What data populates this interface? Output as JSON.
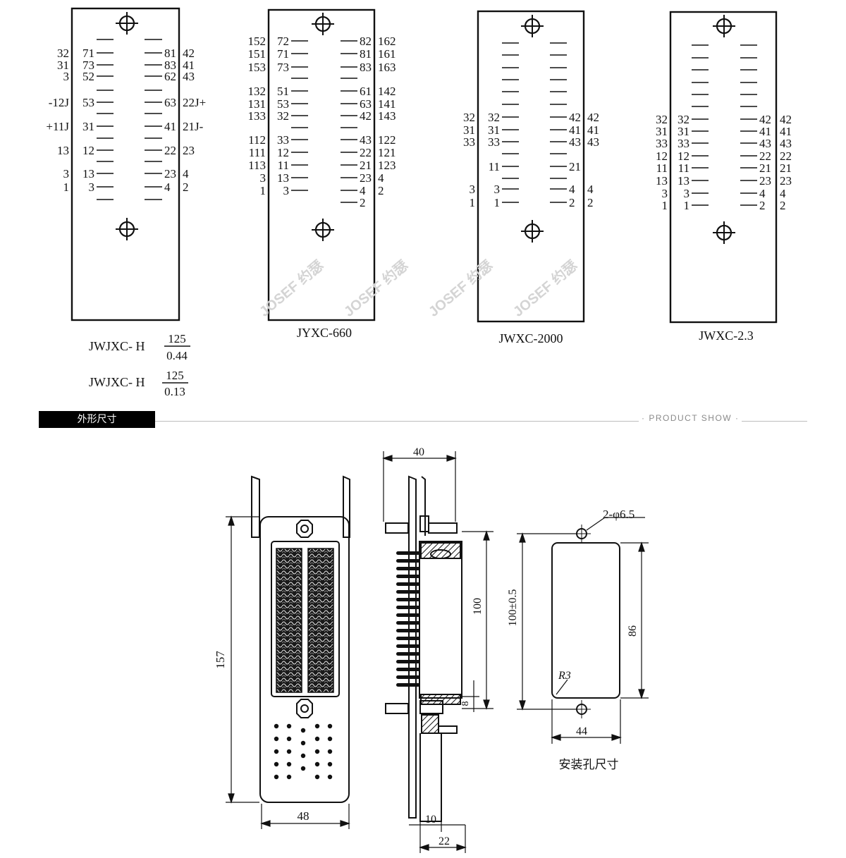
{
  "watermark": "JOSEF 约瑟",
  "section": {
    "title": "外形尺寸",
    "tagline": "PRODUCT SHOW"
  },
  "relays": [
    {
      "id": "jwjxc",
      "models": [
        {
          "prefix": "JWJXC- H",
          "numerator": "125",
          "denominator": "0.44"
        },
        {
          "prefix": "JWJXC- H",
          "numerator": "125",
          "denominator": "0.13"
        }
      ],
      "rows": [
        {
          "left": "32",
          "inner": "71",
          "inner_right": "81",
          "right": "42"
        },
        {
          "left": "31",
          "inner": "73",
          "inner_right": "83",
          "right": "41"
        },
        {
          "left": "3",
          "inner": "52",
          "inner_right": "62",
          "right": "43"
        },
        {
          "left": "-12J",
          "inner": "53",
          "inner_right": "63",
          "right": "22J+"
        },
        {
          "left": "+11J",
          "inner": "31",
          "inner_right": "41",
          "right": "21J-"
        },
        {
          "left": "13",
          "inner": "12",
          "inner_right": "22",
          "right": "23"
        },
        {
          "left": "3",
          "inner": "13",
          "inner_right": "23",
          "right": "4"
        },
        {
          "left": "1",
          "inner": "3",
          "inner_right": "4",
          "right": "2"
        }
      ]
    },
    {
      "id": "jyxc",
      "model": "JYXC-660",
      "rows": [
        {
          "left": "152",
          "inner": "72",
          "inner_right": "82",
          "right": "162"
        },
        {
          "left": "151",
          "inner": "71",
          "inner_right": "81",
          "right": "161"
        },
        {
          "left": "153",
          "inner": "73",
          "inner_right": "83",
          "right": "163"
        },
        {
          "left": "132",
          "inner": "51",
          "inner_right": "61",
          "right": "142"
        },
        {
          "left": "131",
          "inner": "53",
          "inner_right": "63",
          "right": "141"
        },
        {
          "left": "133",
          "inner": "32",
          "inner_right": "42",
          "right": "143"
        },
        {
          "left": "112",
          "inner": "33",
          "inner_right": "43",
          "right": "122"
        },
        {
          "left": "111",
          "inner": "12",
          "inner_right": "22",
          "right": "121"
        },
        {
          "left": "113",
          "inner": "11",
          "inner_right": "21",
          "right": "123"
        },
        {
          "left": "3",
          "inner": "13",
          "inner_right": "23",
          "right": "4"
        },
        {
          "left": "1",
          "inner": "3",
          "inner_right": "4",
          "right": "2"
        },
        {
          "left": "",
          "inner": "",
          "inner_right": "2",
          "right": ""
        }
      ]
    },
    {
      "id": "jwxc2000",
      "model": "JWXC-2000",
      "rows": [
        {
          "left": "32",
          "inner": "32",
          "inner_right": "42",
          "right": "42"
        },
        {
          "left": "31",
          "inner": "31",
          "inner_right": "41",
          "right": "41"
        },
        {
          "left": "33",
          "inner": "33",
          "inner_right": "43",
          "right": "43"
        },
        {
          "left": "",
          "inner": "11",
          "inner_right": "21",
          "right": ""
        },
        {
          "left": "3",
          "inner": "3",
          "inner_right": "4",
          "right": "4"
        },
        {
          "left": "1",
          "inner": "1",
          "inner_right": "2",
          "right": "2"
        }
      ]
    },
    {
      "id": "jwxc23",
      "model": "JWXC-2.3",
      "rows": [
        {
          "left": "32",
          "inner": "32",
          "inner_right": "42",
          "right": "42"
        },
        {
          "left": "31",
          "inner": "31",
          "inner_right": "41",
          "right": "41"
        },
        {
          "left": "33",
          "inner": "33",
          "inner_right": "43",
          "right": "43"
        },
        {
          "left": "12",
          "inner": "12",
          "inner_right": "22",
          "right": "22"
        },
        {
          "left": "11",
          "inner": "11",
          "inner_right": "21",
          "right": "21"
        },
        {
          "left": "13",
          "inner": "13",
          "inner_right": "23",
          "right": "23"
        },
        {
          "left": "3",
          "inner": "3",
          "inner_right": "4",
          "right": "4"
        },
        {
          "left": "1",
          "inner": "1",
          "inner_right": "2",
          "right": "2"
        }
      ]
    }
  ],
  "dimensions": {
    "front_height": "157",
    "front_width": "48",
    "side_depth": "40",
    "side_height": "100",
    "side_offset": "8",
    "side_base": "10",
    "side_base_total": "22",
    "mount_holes": "2-φ6.5",
    "mount_pitch": "100±0.5",
    "mount_height": "86",
    "mount_radius": "R3",
    "mount_width": "44",
    "mount_caption": "安装孔尺寸"
  }
}
